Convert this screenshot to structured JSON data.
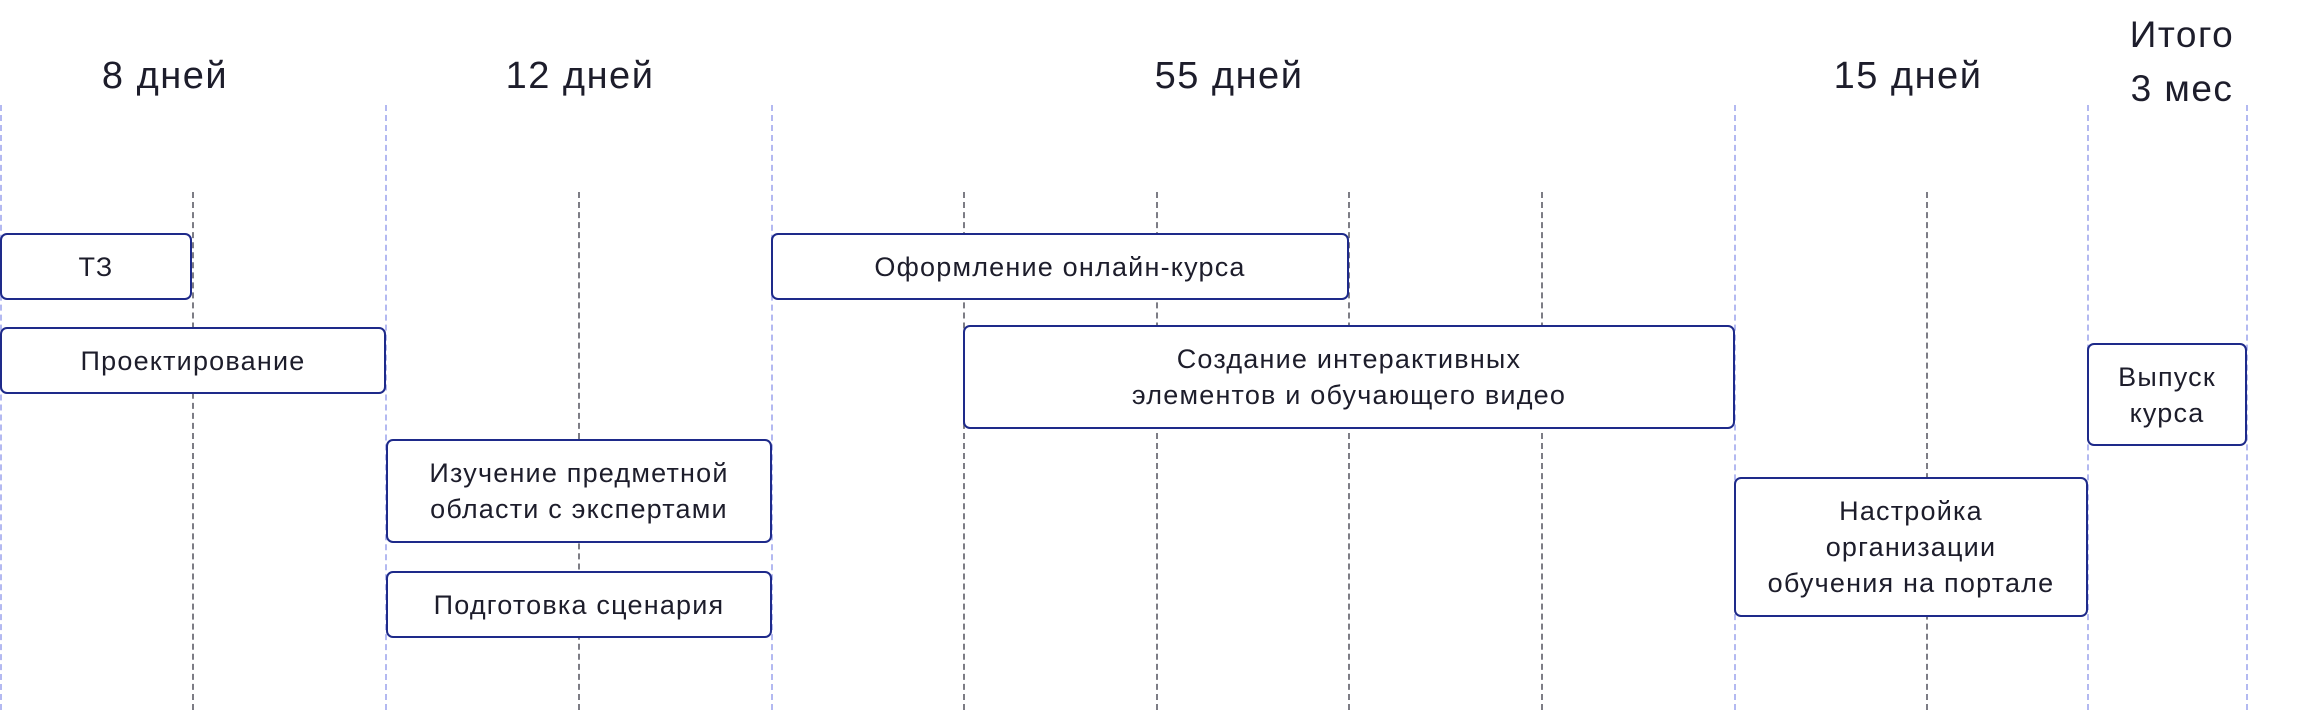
{
  "headers": {
    "phase1": "8 дней",
    "phase2": "12 дней",
    "phase3": "55 дней",
    "phase4": "15 дней"
  },
  "total": {
    "label": "Итого",
    "value": "3 мес"
  },
  "tasks": [
    "ТЗ",
    "Проектирование",
    "Изучение предметной\nобласти с экспертами",
    "Подготовка сценария",
    "Оформление онлайн-курса",
    "Создание интерактивных\nэлементов и обучающего видео",
    "Настройка\nорганизации\nобучения на портале",
    "Выпуск\nкурса"
  ],
  "colors": {
    "task_border": "#1e2a8a",
    "phase_divider": "#b3b9f1",
    "grid_line": "#7d7d85",
    "text": "#1d1d2b"
  }
}
